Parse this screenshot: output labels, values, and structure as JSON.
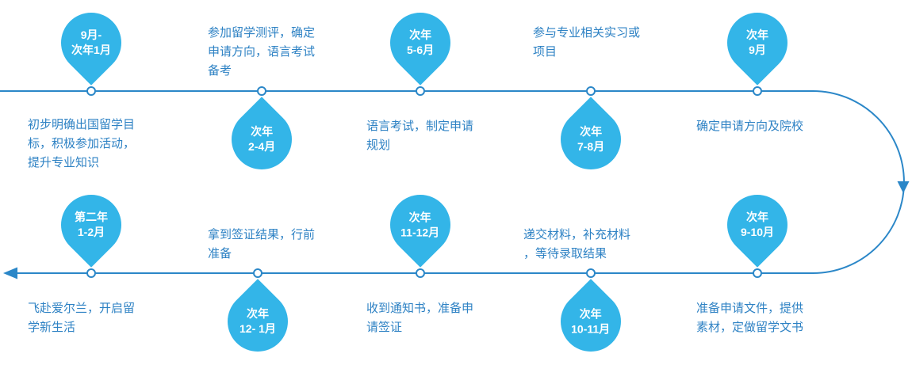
{
  "colors": {
    "balloon_blue": "#33b5e8",
    "line_blue": "#2b87c8",
    "text_blue": "#2e82c4",
    "date_text": "#ffffff"
  },
  "stages": [
    {
      "date": "9月-\n次年1月",
      "desc": "初步明确出国留学目\n标，积极参加活动，\n提升专业知识"
    },
    {
      "date": "次年\n2-4月",
      "desc": "参加留学测评，确定\n申请方向，语言考试\n备考"
    },
    {
      "date": "次年\n5-6月",
      "desc": "语言考试，制定申请\n规划"
    },
    {
      "date": "次年\n7-8月",
      "desc": "参与专业相关实习或\n项目"
    },
    {
      "date": "次年\n9月",
      "desc": "确定申请方向及院校"
    },
    {
      "date": "次年\n9-10月",
      "desc": "准备申请文件，提供\n素材，定做留学文书"
    },
    {
      "date": "次年\n10-11月",
      "desc": "递交材料，补充材料\n，等待录取结果"
    },
    {
      "date": "次年\n11-12月",
      "desc": "收到通知书，准备申\n请签证"
    },
    {
      "date": "次年\n12- 1月",
      "desc": "拿到签证结果，行前\n准备"
    },
    {
      "date": "第二年\n1-2月",
      "desc": "飞赴爱尔兰，开启留\n学新生活"
    }
  ]
}
